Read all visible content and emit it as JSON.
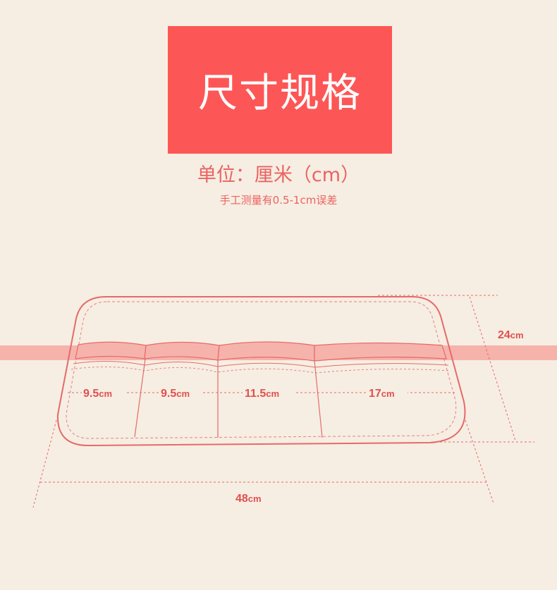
{
  "header": {
    "title": "尺寸规格",
    "unit": "单位：厘米（cm）",
    "tolerance_note": "手工测量有0.5-1cm误差"
  },
  "dimensions": {
    "height": {
      "num": "24",
      "unit": "cm"
    },
    "width": {
      "num": "48",
      "unit": "cm"
    },
    "pockets": [
      {
        "num": "9.5",
        "unit": "cm"
      },
      {
        "num": "9.5",
        "unit": "cm"
      },
      {
        "num": "11.5",
        "unit": "cm"
      },
      {
        "num": "17",
        "unit": "cm"
      }
    ]
  },
  "colors": {
    "accent": "#fd5656",
    "background": "#f6eee2",
    "line": "#e26a6a",
    "band": "#f6b3ab"
  }
}
